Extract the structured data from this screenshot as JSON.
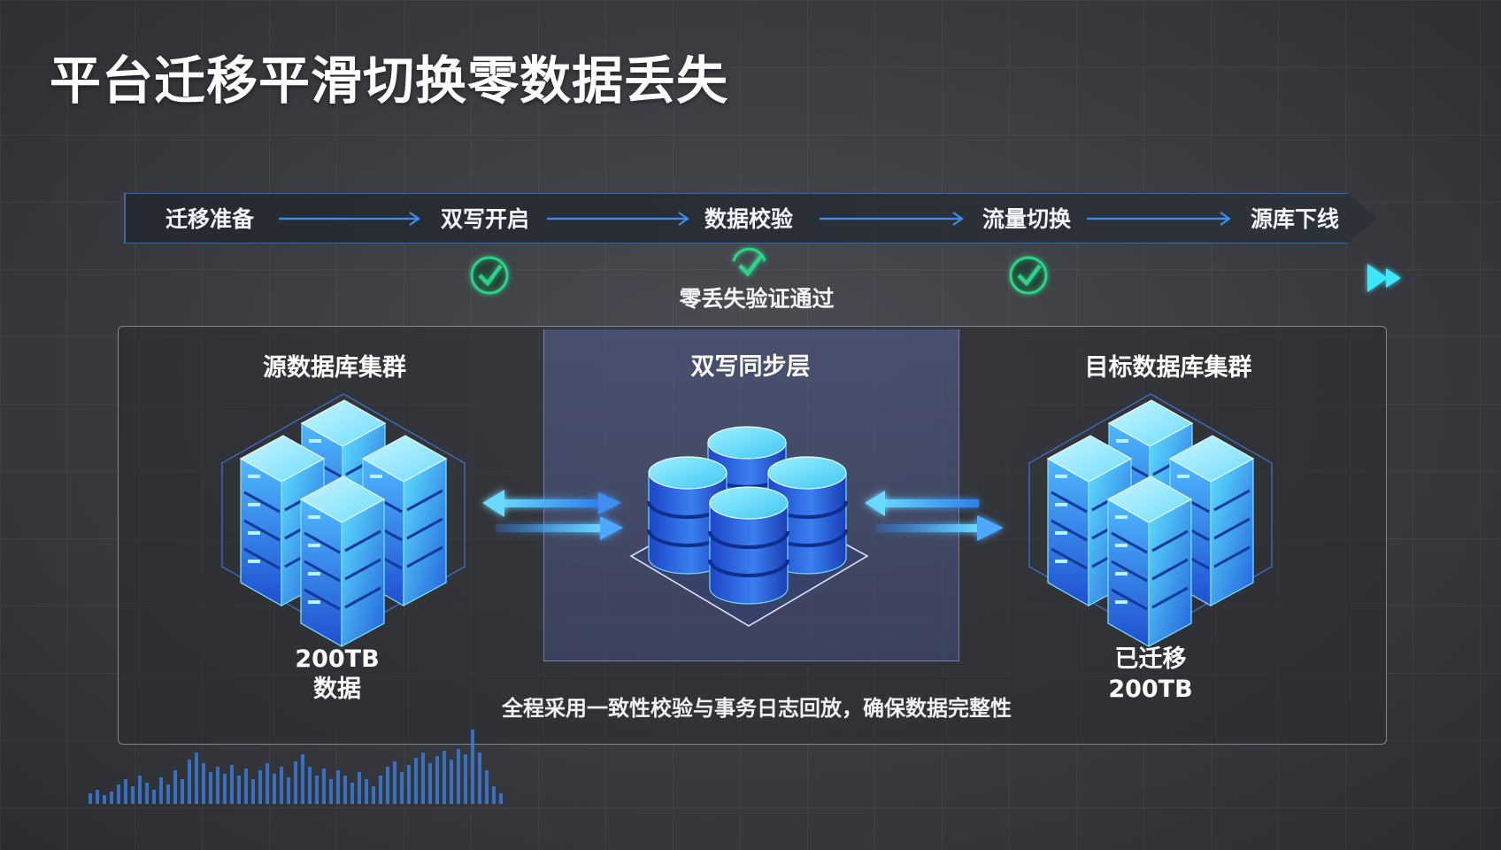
{
  "title": "平台迁移平滑切换零数据丢失",
  "steps": [
    {
      "label": "迁移准备"
    },
    {
      "label": "双写开启"
    },
    {
      "label": "数据校验"
    },
    {
      "label": "流量切换"
    },
    {
      "label": "源库下线"
    }
  ],
  "verification_label": "零丢失验证通过",
  "source_cluster": {
    "title": "源数据库集群",
    "line1": "200TB",
    "line2": "数据"
  },
  "sync_layer": {
    "title": "双写同步层"
  },
  "target_cluster": {
    "title": "目标数据库集群",
    "line1": "已迁移",
    "line2": "200TB"
  },
  "caption": "全程采用一致性校验与事务日志回放，确保数据完整性",
  "colors": {
    "accent_blue": "#3d8ff0",
    "check_green": "#2ed38a",
    "server_cyan": "#5ee0ff",
    "server_blue": "#2456d8"
  },
  "icons": [
    "check-circle-icon",
    "server-rack-icon",
    "database-stack-icon",
    "double-arrow-icon"
  ]
}
